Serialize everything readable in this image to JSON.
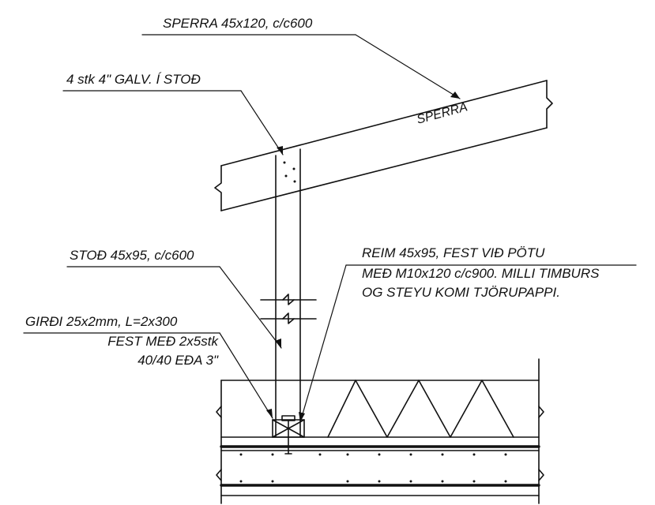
{
  "labels": {
    "sperra_spec": "SPERRA 45x120, c/c600",
    "nails": "4 stk 4\" GALV. Í STOÐ",
    "sperra_on_member": "SPERRA",
    "stod_spec": "STOÐ 45x95, c/c600",
    "reim_line1": "REIM 45x95, FEST VIÐ PÖTU",
    "reim_line2": "MEÐ M10x120 c/c900.  MILLI TIMBURS",
    "reim_line3": "OG STEYU KOMI TJÖRUPAPPI.",
    "girdi_line1": "GIRÐI 25x2mm, L=2x300",
    "girdi_line2": "FEST MEÐ 2x5stk",
    "girdi_line3": "40/40 EÐA 3\""
  },
  "colors": {
    "ink": "#111111",
    "paper": "#ffffff"
  }
}
